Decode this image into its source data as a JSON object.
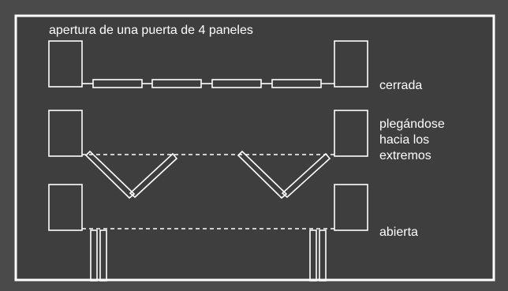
{
  "title": "apertura de una puerta de 4 paneles",
  "rows": [
    {
      "label_lines": [
        "cerrada"
      ]
    },
    {
      "label_lines": [
        "plegándose",
        "hacia los",
        "extremos"
      ]
    },
    {
      "label_lines": [
        "abierta"
      ]
    }
  ],
  "colors": {
    "background": "#4a4a4a",
    "frame_fill": "#3e3e3e",
    "lines": "#ffffff"
  }
}
